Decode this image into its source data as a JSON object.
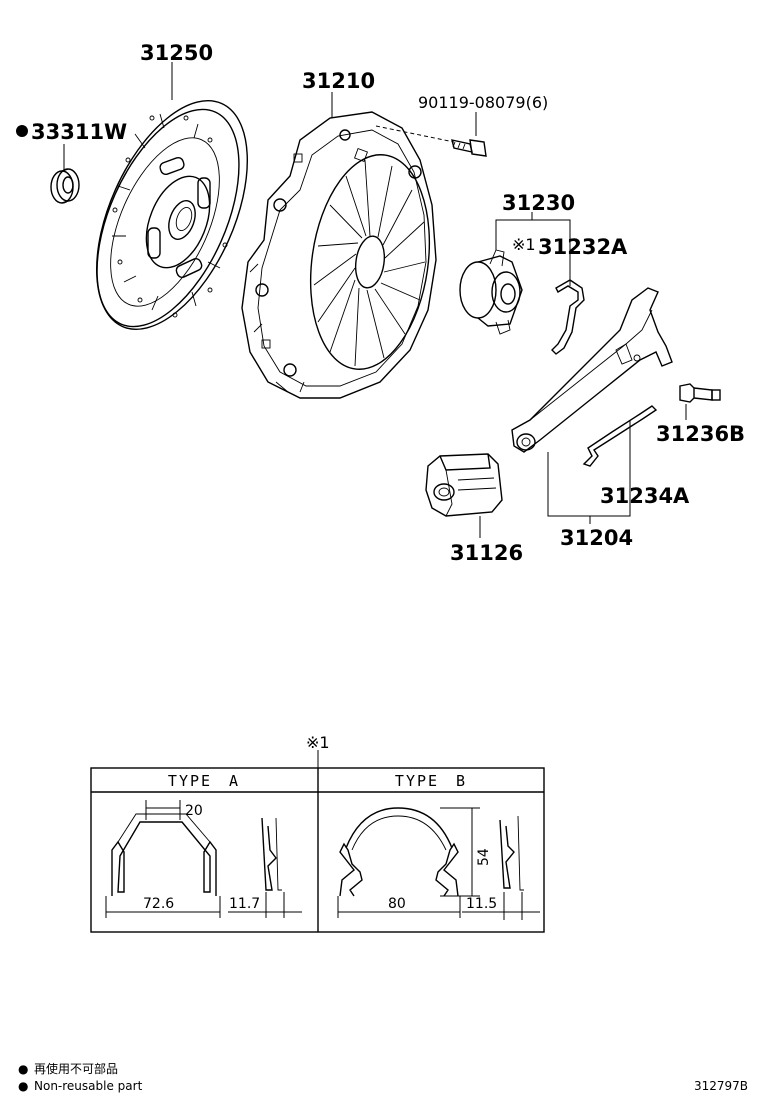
{
  "parts": {
    "clutch_disc": "31250",
    "pilot_bearing": "33311W",
    "clutch_cover": "31210",
    "cover_bolt": "90119-08079(6)",
    "release_bearing_assy": "31230",
    "clip_note_mark": "※1",
    "bearing_clip": "31232A",
    "pivot_bolt": "31236B",
    "release_fork_spring": "31234A",
    "fork_boot": "31126",
    "release_fork": "31204"
  },
  "detail": {
    "ref_mark": "※1",
    "type_a": {
      "title": "TYPE　A",
      "width_top": "20",
      "width_bottom": "72.6",
      "side_width": "11.7"
    },
    "type_b": {
      "title": "TYPE　B",
      "width_bottom": "80",
      "height": "54",
      "side_width": "11.5"
    }
  },
  "legend": {
    "bullet": "●",
    "japanese": "再使用不可部品",
    "english": "Non-reusable part"
  },
  "drawing_id": "312797B"
}
